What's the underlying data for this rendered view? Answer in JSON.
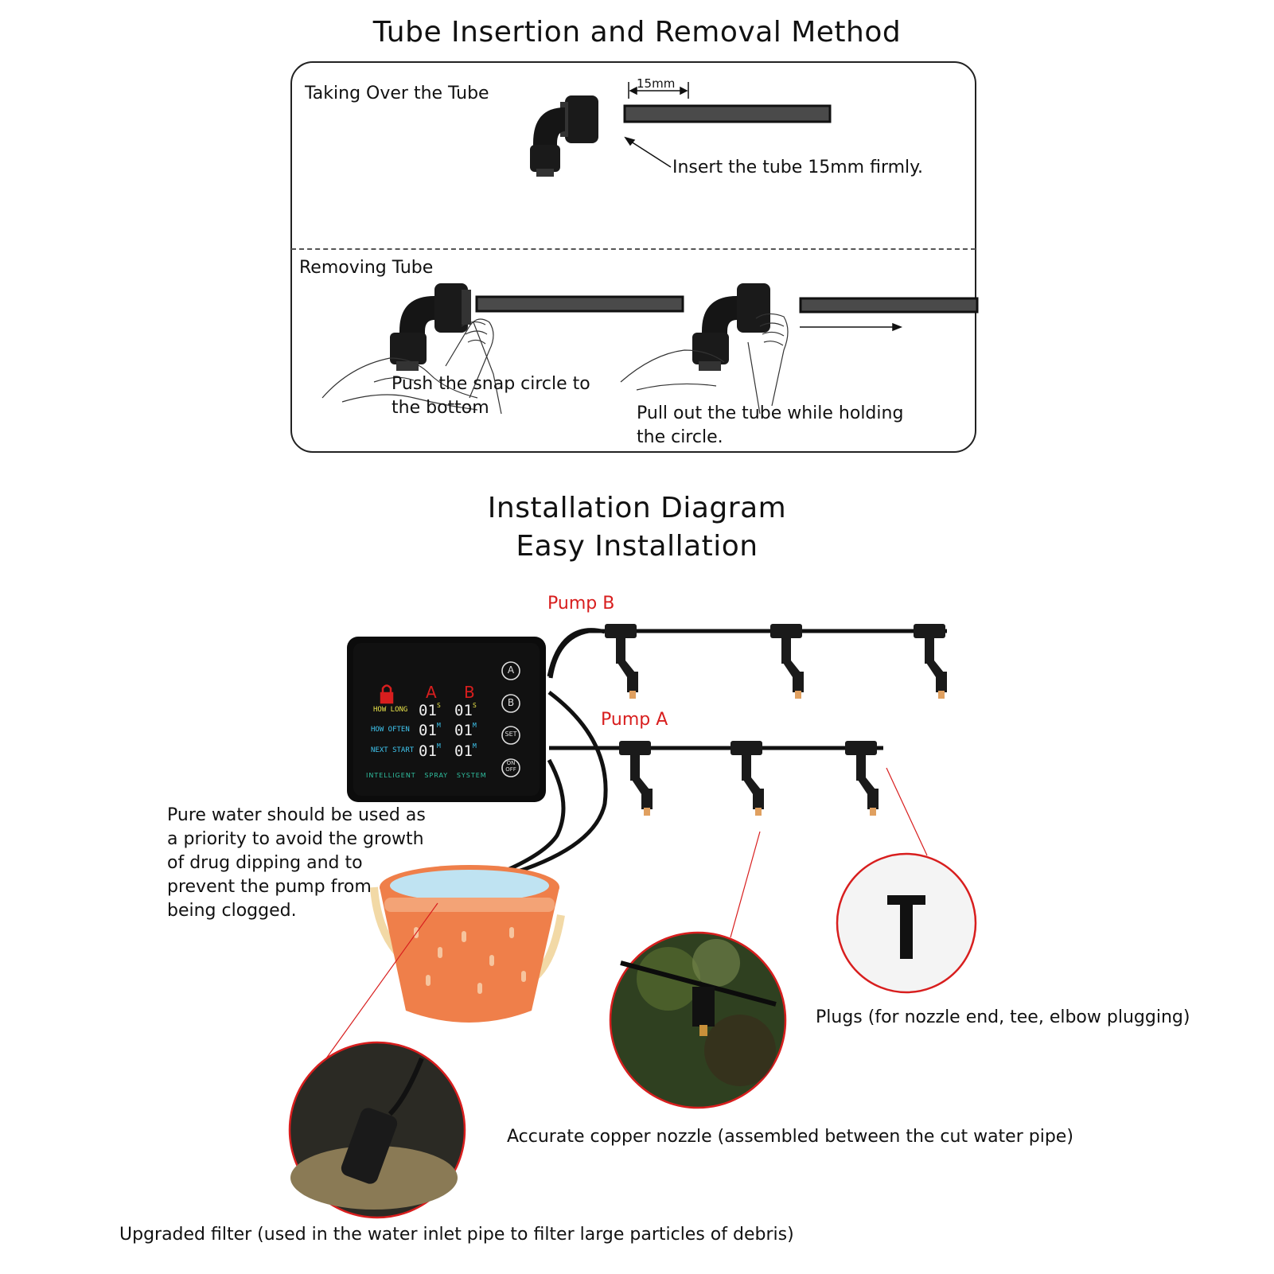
{
  "section1": {
    "title": "Tube Insertion and Removal Method",
    "taking_over_label": "Taking Over the Tube",
    "dimension_label": "15mm",
    "insert_caption": "Insert the tube 15mm firmly.",
    "removing_label": "Removing Tube",
    "push_caption_line1": "Push the snap circle to",
    "push_caption_line2": "the bottom",
    "pull_caption_line1": "Pull out the tube while holding",
    "pull_caption_line2": "the circle."
  },
  "section2": {
    "title_line1": "Installation Diagram",
    "title_line2": "Easy Installation",
    "pump_b_label": "Pump B",
    "pump_a_label": "Pump A",
    "controller": {
      "col_a": "A",
      "col_b": "B",
      "rows": [
        {
          "label": "HOW LONG",
          "a": "01",
          "a_unit": "S",
          "b": "01",
          "b_unit": "S"
        },
        {
          "label": "HOW OFTEN",
          "a": "01",
          "a_unit": "M",
          "b": "01",
          "b_unit": "M"
        },
        {
          "label": "NEXT START",
          "a": "01",
          "a_unit": "M",
          "b": "01",
          "b_unit": "M"
        }
      ],
      "footer": "INTELLIGENT   SPRAY   SYSTEM",
      "buttons": [
        "A",
        "B",
        "SET",
        "ON OFF"
      ]
    },
    "water_note": [
      "Pure water should be used as",
      "a priority to avoid the growth",
      "of drug dipping and to",
      "prevent the pump from",
      "being clogged."
    ],
    "plugs_caption": "Plugs (for nozzle end, tee, elbow plugging)",
    "nozzle_caption": "Accurate copper nozzle (assembled between the cut water pipe)",
    "filter_caption": "Upgraded filter (used in the water inlet pipe to filter large particles of debris)"
  },
  "colors": {
    "accent_red": "#d81e1e",
    "controller_bg": "#0c0c0c",
    "row_label_yellow": "#e8e34a",
    "row_label_cyan": "#3fc6f0",
    "bucket_orange": "#ef7f4a"
  }
}
